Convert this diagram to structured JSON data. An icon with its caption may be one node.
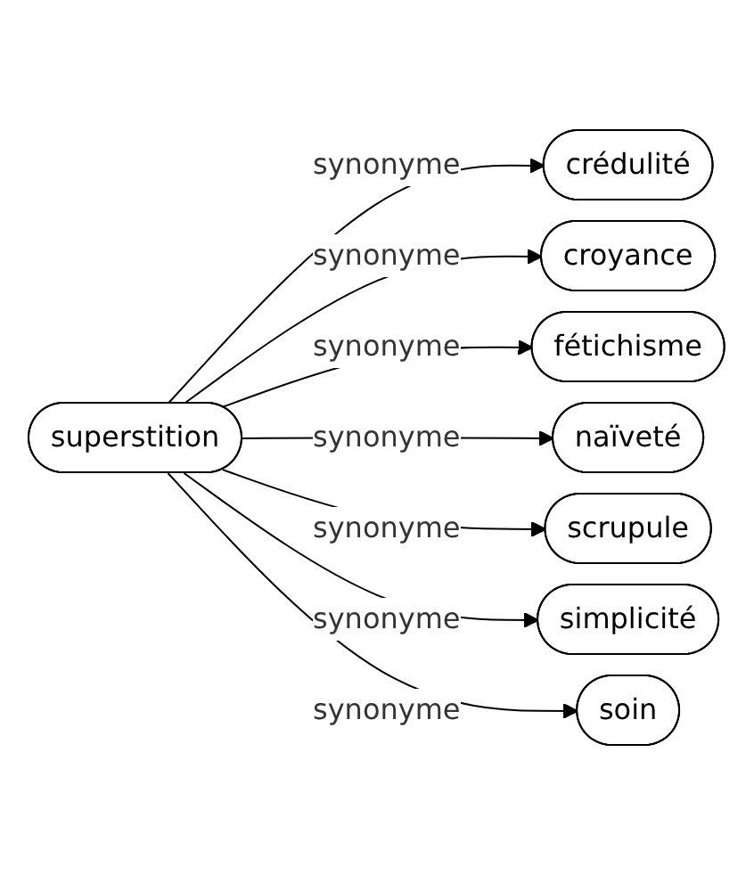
{
  "diagram": {
    "nodes": [
      {
        "text": [
          "superstition"
        ]
      },
      {
        "text": [
          "crédulité"
        ]
      },
      {
        "text": [
          "croyance"
        ]
      },
      {
        "text": [
          "fétichisme"
        ]
      },
      {
        "text": [
          "naïveté"
        ]
      },
      {
        "text": [
          "scrupule"
        ]
      },
      {
        "text": [
          "simplicité"
        ]
      },
      {
        "text": [
          "soin"
        ]
      }
    ],
    "edges": [
      {
        "from": 0,
        "to": 1,
        "arrow": "to",
        "label": "synonyme"
      },
      {
        "from": 0,
        "to": 2,
        "arrow": "to",
        "label": "synonyme"
      },
      {
        "from": 0,
        "to": 3,
        "arrow": "to",
        "label": "synonyme"
      },
      {
        "from": 0,
        "to": 4,
        "arrow": "to",
        "label": "synonyme"
      },
      {
        "from": 0,
        "to": 5,
        "arrow": "to",
        "label": "synonyme"
      },
      {
        "from": 0,
        "to": 6,
        "arrow": "to",
        "label": "synonyme"
      },
      {
        "from": 0,
        "to": 7,
        "arrow": "to",
        "label": "synonyme"
      }
    ]
  }
}
